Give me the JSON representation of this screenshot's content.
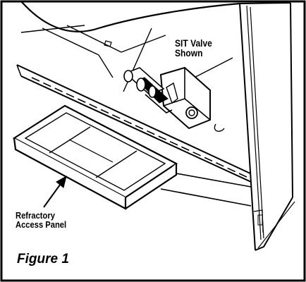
{
  "figure": {
    "caption": "Figure 1",
    "labels": {
      "valve": [
        "SIT Valve",
        "Shown"
      ],
      "panel": [
        "Refractory",
        "Access Panel"
      ]
    }
  },
  "colors": {
    "line": "#000000",
    "background": "#ffffff"
  }
}
